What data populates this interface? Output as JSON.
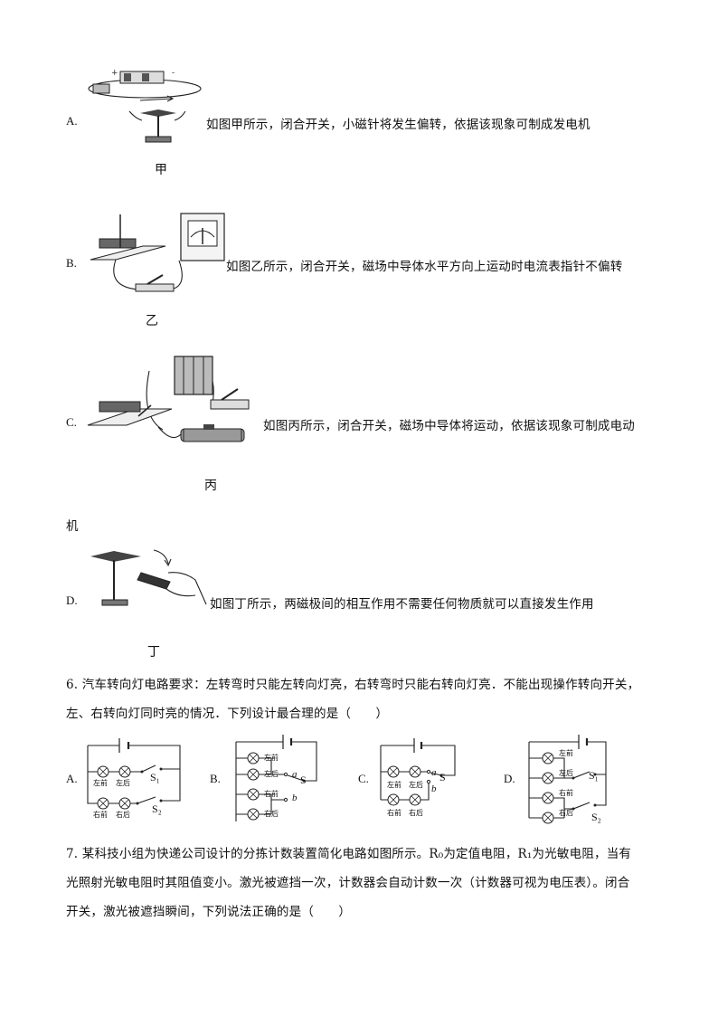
{
  "options": [
    {
      "letter": "A.",
      "text": "如图甲所示，闭合开关，小磁针将发生偏转，依据该现象可制成发电机",
      "caption": "甲"
    },
    {
      "letter": "B.",
      "text": "如图乙所示，闭合开关，磁场中导体水平方向上运动时电流表指针不偏转",
      "caption": "乙"
    },
    {
      "letter": "C.",
      "text": "如图丙所示，闭合开关，磁场中导体将运动，依据该现象可制成电动",
      "continuation": "机",
      "caption": "丙"
    },
    {
      "letter": "D.",
      "text": "如图丁所示，两磁极间的相互作用不需要任何物质就可以直接发生作用",
      "caption": "丁"
    }
  ],
  "q6": {
    "line1": "6. 汽车转向灯电路要求：左转弯时只能左转向灯亮，右转弯时只能右转向灯亮．不能出现操作转向开关，",
    "line2": "左、右转向灯同时亮的情况．下列设计最合理的是（　　）",
    "circuits": [
      {
        "letter": "A.",
        "lamps": [
          "左前",
          "左后",
          "右前",
          "右后"
        ],
        "switches": [
          "S₁",
          "S₂"
        ]
      },
      {
        "letter": "B.",
        "lamps": [
          "左前",
          "左后",
          "右前",
          "右后"
        ],
        "switch": "S",
        "a": "a",
        "b": "b"
      },
      {
        "letter": "C.",
        "lamps": [
          "左前",
          "左后",
          "右前",
          "右后"
        ],
        "switch": "S",
        "a": "a",
        "b": "b"
      },
      {
        "letter": "D.",
        "lamps": [
          "左前",
          "左后",
          "右前",
          "右后"
        ],
        "switches": [
          "S₁",
          "S₂"
        ]
      }
    ]
  },
  "q7": {
    "line1": "7. 某科技小组为快递公司设计的分拣计数装置简化电路如图所示。R₀为定值电阻，R₁为光敏电阻，当有",
    "line2": "光照射光敏电阻时其阻值变小。激光被遮挡一次，计数器会自动计数一次（计数器可视为电压表）。闭合",
    "line3": "开关，激光被遮挡瞬间，下列说法正确的是（　　）"
  }
}
